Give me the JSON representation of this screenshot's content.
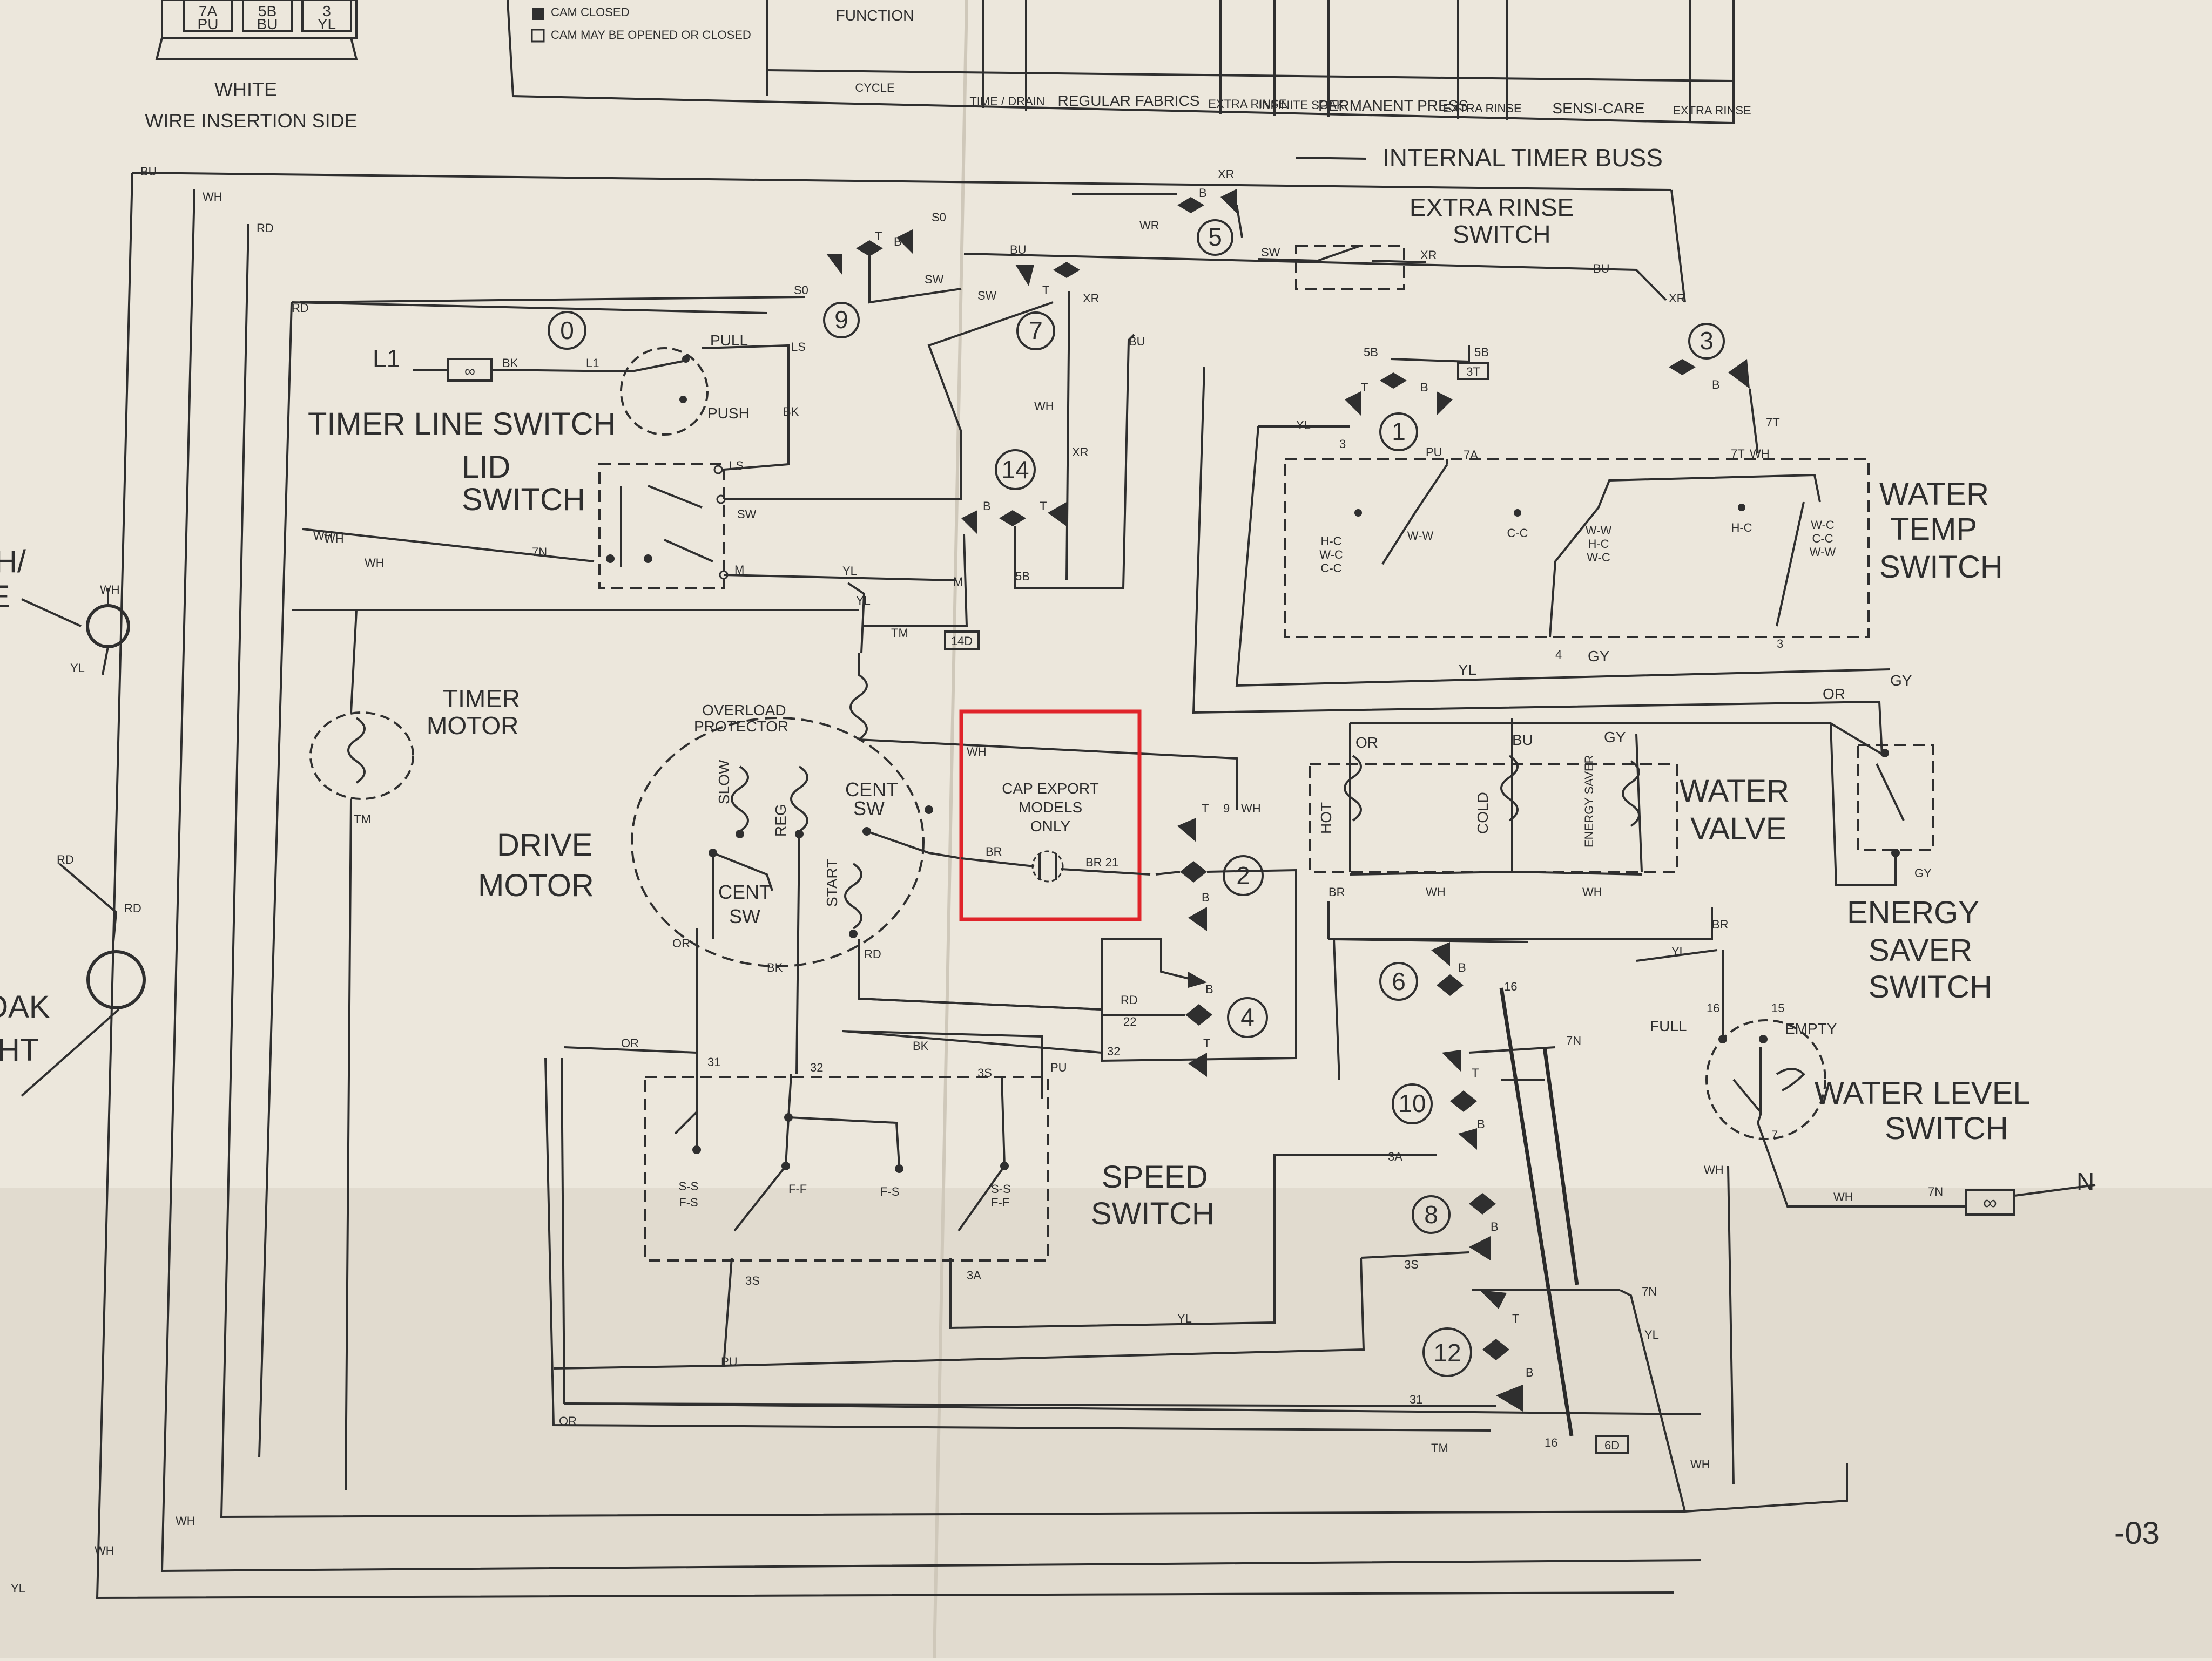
{
  "connector": {
    "pins": [
      "7A\nPU",
      "5B\nBU",
      "3\nYL"
    ],
    "caption_top": "WHITE",
    "caption_bottom": "WIRE INSERTION SIDE"
  },
  "timer_chart": {
    "legend": [
      "CAM CLOSED",
      "CAM MAY BE OPENED OR CLOSED"
    ],
    "function_label": "FUNCTION",
    "cycle_label": "CYCLE",
    "columns": [
      "TIME / DRAIN",
      "REGULAR FABRICS",
      "EXTRA RINSE",
      "INFINITE SOAK",
      "PERMANENT PRESS",
      "EXTRA RINSE",
      "SENSI-CARE",
      "EXTRA RINSE"
    ],
    "buss_label": "INTERNAL TIMER BUSS"
  },
  "components": {
    "extra_rinse_switch": "EXTRA RINSE SWITCH",
    "timer_line_switch": "TIMER LINE SWITCH",
    "lid_switch": "LID SWITCH",
    "timer_motor": "TIMER MOTOR",
    "drive_motor": "DRIVE MOTOR",
    "overload_protector": "OVERLOAD PROTECTOR",
    "water_temp_switch": "WATER TEMP SWITCH",
    "water_valve": "WATER VALVE",
    "energy_saver_switch": "ENERGY SAVER SWITCH",
    "water_level_switch": "WATER LEVEL SWITCH",
    "speed_switch": "SPEED SWITCH",
    "cap_note": "CAP EXPORT MODELS ONLY",
    "soak_light_partial": "OAK",
    "light_partial": "HT",
    "left_partial": "H/",
    "page_fragment": "-03"
  },
  "motor_windings": [
    "SLOW",
    "REG",
    "START"
  ],
  "centrifugal": [
    "CENT SW",
    "CENT SW"
  ],
  "timer_contacts": [
    "0",
    "9",
    "7",
    "5",
    "3",
    "1",
    "14",
    "2",
    "4",
    "6",
    "10",
    "8",
    "12"
  ],
  "wire_colors": [
    "BU",
    "WH",
    "RD",
    "BK",
    "YL",
    "GY",
    "OR",
    "PU",
    "BR",
    "TM"
  ],
  "terminals": [
    "L1",
    "N",
    "SW",
    "XR",
    "LS",
    "7N",
    "M",
    "5B",
    "3T",
    "7A",
    "7T",
    "14D",
    "6D",
    "31",
    "32",
    "21",
    "22",
    "16",
    "15",
    "3A",
    "3S",
    "2",
    "9"
  ],
  "temp_positions": [
    "H-C",
    "W-C",
    "C-C",
    "W-W",
    "C-C",
    "W-W",
    "H-C",
    "W-C",
    "H-C",
    "W-C",
    "C-C",
    "W-W"
  ],
  "valve_coils": [
    "HOT",
    "COLD",
    "ENERGY SAVER"
  ],
  "speed_positions": [
    "S-S",
    "F-S",
    "F-F",
    "F-S",
    "S-S",
    "F-F"
  ],
  "level": [
    "FULL",
    "EMPTY"
  ],
  "switch_contacts": [
    "PULL",
    "PUSH"
  ],
  "annotation_color": "#e0242a"
}
